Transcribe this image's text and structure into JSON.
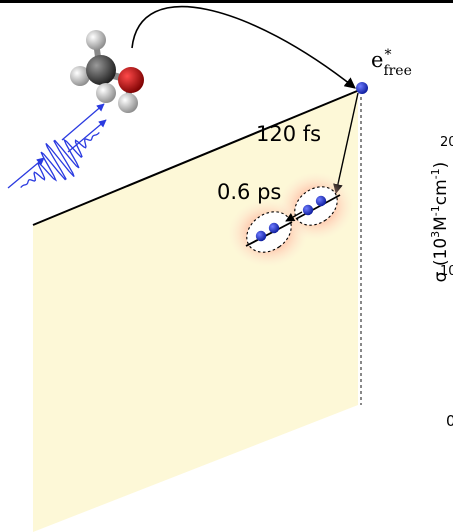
{
  "labels": {
    "t1": "120 fs",
    "t2": "0.6 ps",
    "efree_main": "e",
    "efree_sup": "*",
    "efree_sub": "free"
  },
  "axis": {
    "ylabel_part1": "σ (10",
    "ylabel_sup1": "3",
    "ylabel_part2": "M",
    "ylabel_sup2": "-1",
    "ylabel_part3": "cm",
    "ylabel_sup3": "-1",
    "ylabel_part4": ")",
    "tick_20": "20",
    "tick_10": "10",
    "tick_0": "0"
  },
  "colors": {
    "panel": "#fdf8d7",
    "electron": "#1f2fc8",
    "pulse": "#2a3ae0",
    "glow": "#ff8d6f"
  }
}
